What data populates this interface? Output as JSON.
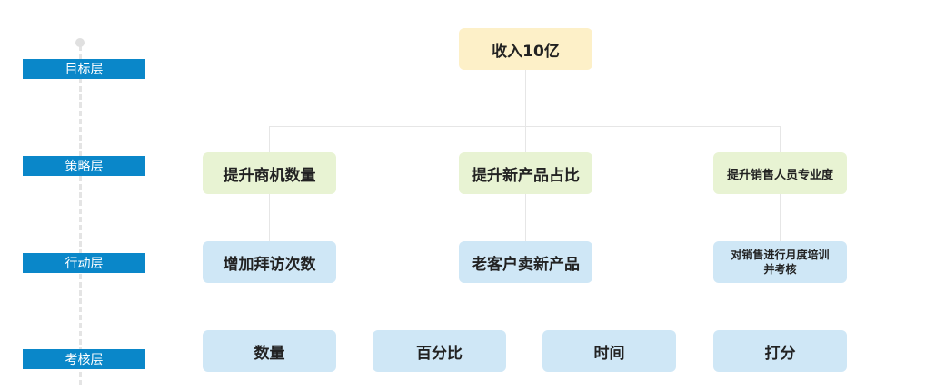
{
  "layers": [
    {
      "label": "目标层"
    },
    {
      "label": "策略层"
    },
    {
      "label": "行动层"
    },
    {
      "label": "考核层"
    }
  ],
  "goal": {
    "label": "收入10亿"
  },
  "strategies": [
    {
      "label": "提升商机数量"
    },
    {
      "label": "提升新产品占比"
    },
    {
      "label": "提升销售人员专业度"
    }
  ],
  "actions": [
    {
      "label": "增加拜访次数"
    },
    {
      "label": "老客户卖新产品"
    },
    {
      "label": "对销售进行月度培训并考核"
    }
  ],
  "metrics": [
    {
      "label": "数量"
    },
    {
      "label": "百分比"
    },
    {
      "label": "时间"
    },
    {
      "label": "打分"
    }
  ],
  "colors": {
    "layer_tag": "#0a87c9",
    "goal_fill": "#fdf0c8",
    "strategy_fill": "#e8f3d3",
    "action_fill": "#cfe7f6",
    "metric_fill": "#cfe7f6"
  }
}
